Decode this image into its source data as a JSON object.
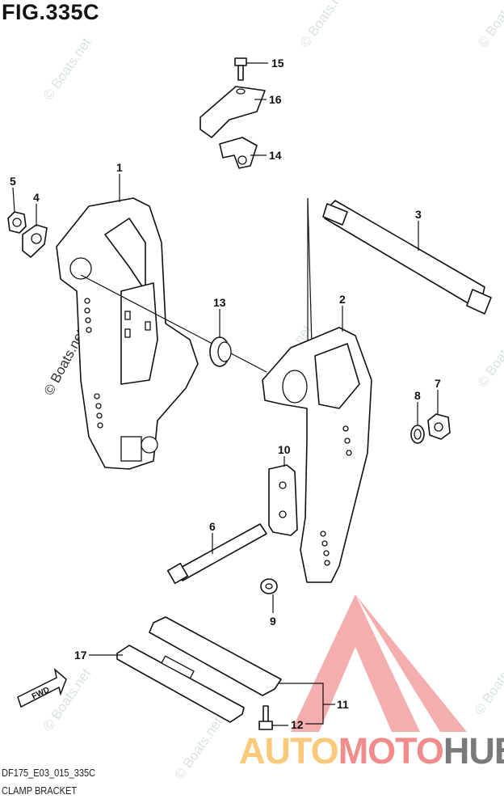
{
  "figure": {
    "title": "FIG.335C",
    "code": "DF175_E03_015_335C",
    "name": "CLAMP BRACKET"
  },
  "callouts": {
    "c1": "1",
    "c2": "2",
    "c3": "3",
    "c4": "4",
    "c5": "5",
    "c6": "6",
    "c7": "7",
    "c8": "8",
    "c9": "9",
    "c10": "10",
    "c11": "11",
    "c12": "12",
    "c13": "13",
    "c14": "14",
    "c15": "15",
    "c16": "16",
    "c17": "17"
  },
  "direction_arrow": "FWD",
  "watermark": "© Boats.net",
  "logo": {
    "part1": "AUTO",
    "part2": "MOTO",
    "part3": "HUB",
    "colors": [
      "#fbc97a",
      "#f08c8c",
      "#7a7a7a"
    ]
  }
}
